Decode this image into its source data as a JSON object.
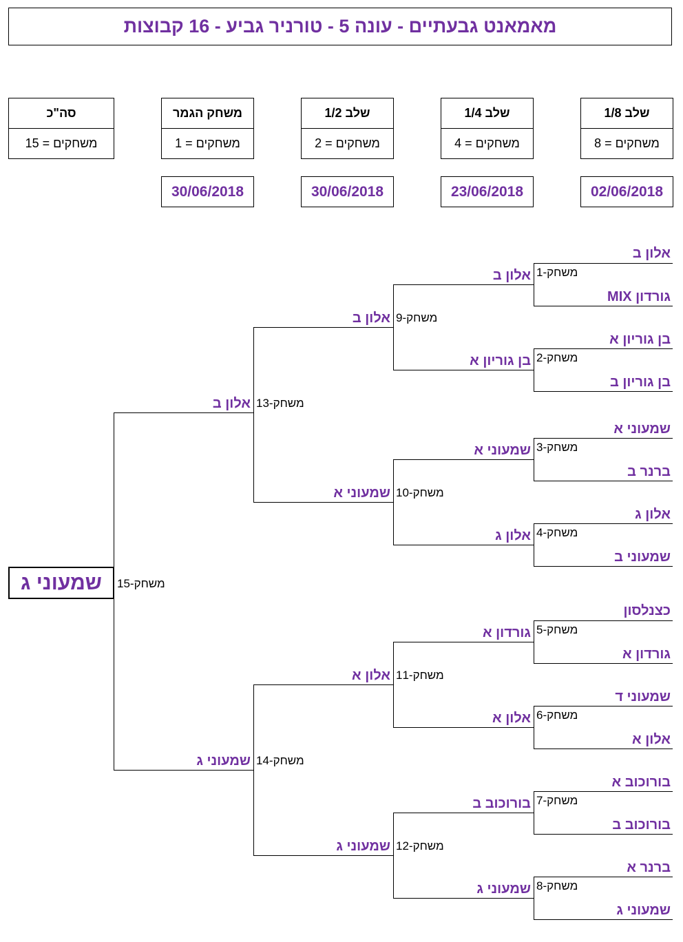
{
  "title": "מאמאנט גבעתיים - עונה 5 -  טורניר גביע - 16 קבוצות",
  "stages": [
    {
      "name": "סה\"כ",
      "games": "15 = משחקים"
    },
    {
      "name": "משחק הגמר",
      "games": "1 = משחקים",
      "date": "30/06/2018"
    },
    {
      "name": "שלב 1/2",
      "games": "2 = משחקים",
      "date": "30/06/2018"
    },
    {
      "name": "שלב 1/4",
      "games": "4 = משחקים",
      "date": "23/06/2018"
    },
    {
      "name": "שלב 1/8",
      "games": "8 = משחקים",
      "date": "02/06/2018"
    }
  ],
  "round16": [
    {
      "game": "משחק-1",
      "home": "אלון ב",
      "away": "גורדון MIX"
    },
    {
      "game": "משחק-2",
      "home": "בן גוריון א",
      "away": "בן גוריון ב"
    },
    {
      "game": "משחק-3",
      "home": "שמעוני א",
      "away": "ברנר ב"
    },
    {
      "game": "משחק-4",
      "home": "אלון ג",
      "away": "שמעוני ב"
    },
    {
      "game": "משחק-5",
      "home": "כצנלסון",
      "away": "גורדון א"
    },
    {
      "game": "משחק-6",
      "home": "שמעוני ד",
      "away": "אלון א"
    },
    {
      "game": "משחק-7",
      "home": "בורוכוב א",
      "away": "בורוכוב ב"
    },
    {
      "game": "משחק-8",
      "home": "ברנר א",
      "away": "שמעוני ג"
    }
  ],
  "quarter": [
    {
      "game": "משחק-9",
      "home": "אלון ב",
      "away": "בן גוריון א"
    },
    {
      "game": "משחק-10",
      "home": "שמעוני א",
      "away": "אלון ג"
    },
    {
      "game": "משחק-11",
      "home": "גורדון א",
      "away": "אלון א"
    },
    {
      "game": "משחק-12",
      "home": "בורוכוב ב",
      "away": "שמעוני ג"
    }
  ],
  "semi": [
    {
      "game": "משחק-13",
      "home": "אלון ב",
      "away": "שמעוני א"
    },
    {
      "game": "משחק-14",
      "home": "אלון א",
      "away": "שמעוני ג"
    }
  ],
  "final": {
    "game": "משחק-15",
    "home": "אלון ב",
    "away": "שמעוני ג"
  },
  "champion": "שמעוני ג"
}
